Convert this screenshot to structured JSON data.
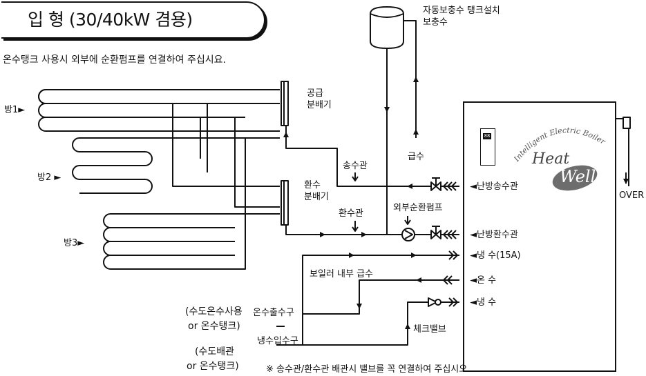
{
  "title": "입 형 (30/40kW 겸용)",
  "instruction": "온수탱크 사용시 외부에 순환펌프를 연결하여 주십시요.",
  "rooms": [
    "방1►",
    "방2 ►",
    "방3►"
  ],
  "manifolds": {
    "supply": [
      "공급",
      "분배기"
    ],
    "return": [
      "환수",
      "분배기"
    ]
  },
  "pipes": {
    "supply_pipe": "송수관",
    "return_pipe": "환수관",
    "external_pump": "외부순환펌프",
    "make_up_water": "급수",
    "boiler_internal_supply": "보일러 내부 급수",
    "check_valve": "체크밸브"
  },
  "tank": [
    "자동보충수 탱크설치",
    "보충수"
  ],
  "boiler_ports": {
    "heating_supply": "◄난방송수관",
    "heating_return": "◄난방환수관",
    "cold_15a": "◄냉 수(15A)",
    "hot_water": "◄온 수",
    "cold_water": "◄냉 수"
  },
  "overflow": "OVER",
  "boiler_brand": {
    "tagline": "Intelligent Electric Boiler",
    "heat": "Heat",
    "well": "Well",
    "display": "88"
  },
  "hot_water_outlet": [
    "(수도온수사용",
    "or 온수탱크)",
    "온수출수구"
  ],
  "cold_water_inlet": [
    "(수도배관",
    "or 온수탱크)",
    "냉수입수구"
  ],
  "footer_note": "※ 송수관/환수관 배관시 밸브를 꼭 연결하여 주십시오"
}
